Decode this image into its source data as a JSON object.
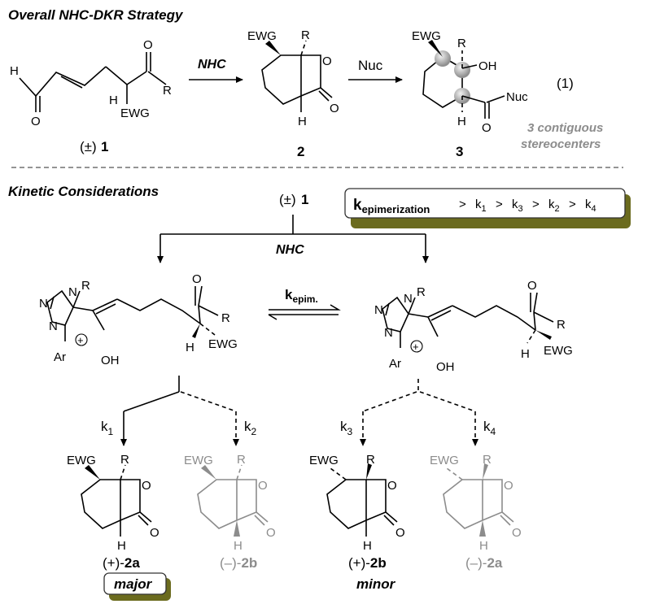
{
  "headings": {
    "overall": "Overall NHC-DKR Strategy",
    "kinetic": "Kinetic Considerations"
  },
  "atoms": {
    "H": "H",
    "O": "O",
    "R": "R",
    "EWG": "EWG",
    "OH": "OH",
    "Nuc": "Nuc",
    "N": "N",
    "Ar": "Ar",
    "plus": "+"
  },
  "eq1": {
    "racemic_label": "(±)",
    "compound1": "1",
    "arrow1_reagent": "NHC",
    "compound2": "2",
    "arrow2_reagent": "Nuc",
    "compound3": "3",
    "equation_number": "(1)",
    "note_line1": "3 contiguous",
    "note_line2": "stereocenters"
  },
  "kinetic": {
    "start_racemic": "(±)",
    "start_compound": "1",
    "reagent": "NHC",
    "rate_box": {
      "k_main": "k",
      "k_sub": "epimerization",
      "order_text": " >  k1  >  k3  >  k2  >  k4",
      "terms": [
        {
          "k": "k",
          "sub": "1"
        },
        {
          "k": "k",
          "sub": "3"
        },
        {
          "k": "k",
          "sub": "2"
        },
        {
          "k": "k",
          "sub": "4"
        }
      ],
      "comparator": ">"
    },
    "epim": {
      "k": "k",
      "sub": "epim."
    },
    "paths": [
      {
        "k": "k",
        "sub": "1"
      },
      {
        "k": "k",
        "sub": "2"
      },
      {
        "k": "k",
        "sub": "3"
      },
      {
        "k": "k",
        "sub": "4"
      }
    ],
    "products": [
      {
        "sign": "(+)-",
        "name": "2a"
      },
      {
        "sign": "(–)-",
        "name": "2b"
      },
      {
        "sign": "(+)-",
        "name": "2b"
      },
      {
        "sign": "(–)-",
        "name": "2a"
      }
    ],
    "major": "major",
    "minor": "minor"
  },
  "colors": {
    "ink": "#000000",
    "faded": "#8c8c8c",
    "box_shadow": "#6b6b1e"
  }
}
